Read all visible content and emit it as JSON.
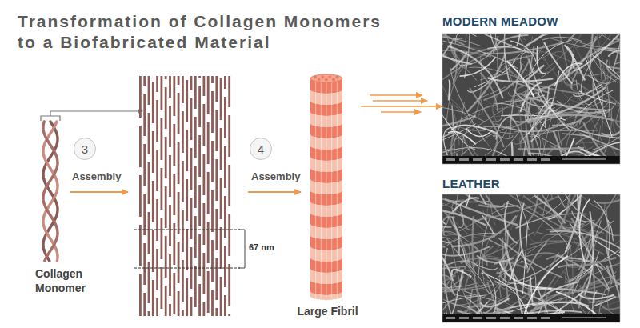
{
  "diagram": {
    "title": "Transformation of Collagen Monomers to a Biofabricated Material",
    "nodes": [
      {
        "text": [
          "Collagen Monomer"
        ]
      },
      {
        "text": [
          "3"
        ]
      },
      {
        "text": [
          "4"
        ]
      },
      {
        "text": [
          "Large Fibril"
        ]
      },
      {
        "text": [
          "MODERN MEADOW"
        ]
      },
      {
        "text": [
          "LEATHER"
        ]
      }
    ],
    "edges": [
      {
        "from": 3,
        "to": 4,
        "arrow": "to"
      }
    ],
    "labels": [
      "Assembly",
      "67 nm",
      "Assembly"
    ]
  }
}
